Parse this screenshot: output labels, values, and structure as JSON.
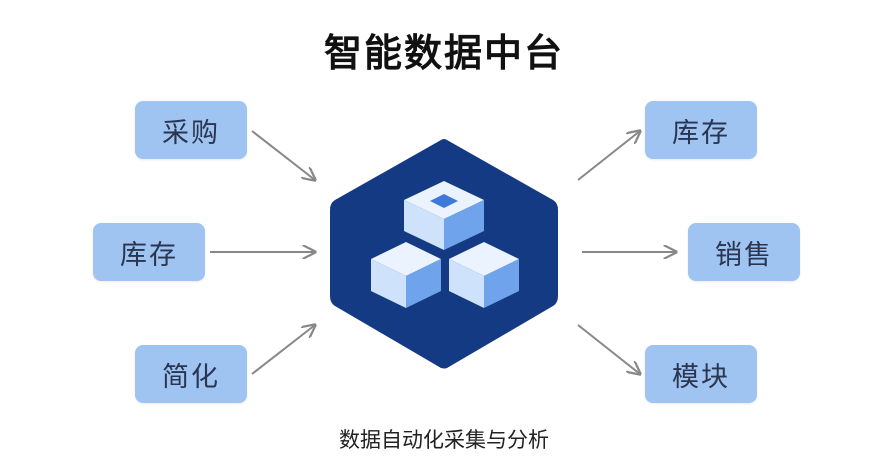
{
  "title": "智能数据中台",
  "left_inputs": [
    "采购",
    "库存",
    "简化"
  ],
  "right_outputs": [
    "库存",
    "销售",
    "模块"
  ],
  "caption": "数据自动化采集与分析",
  "center_icon": "stacked-cubes-icon",
  "colors": {
    "box_fill": "#9fc4f2",
    "hexagon": "#143a84",
    "arrow": "#888888"
  }
}
